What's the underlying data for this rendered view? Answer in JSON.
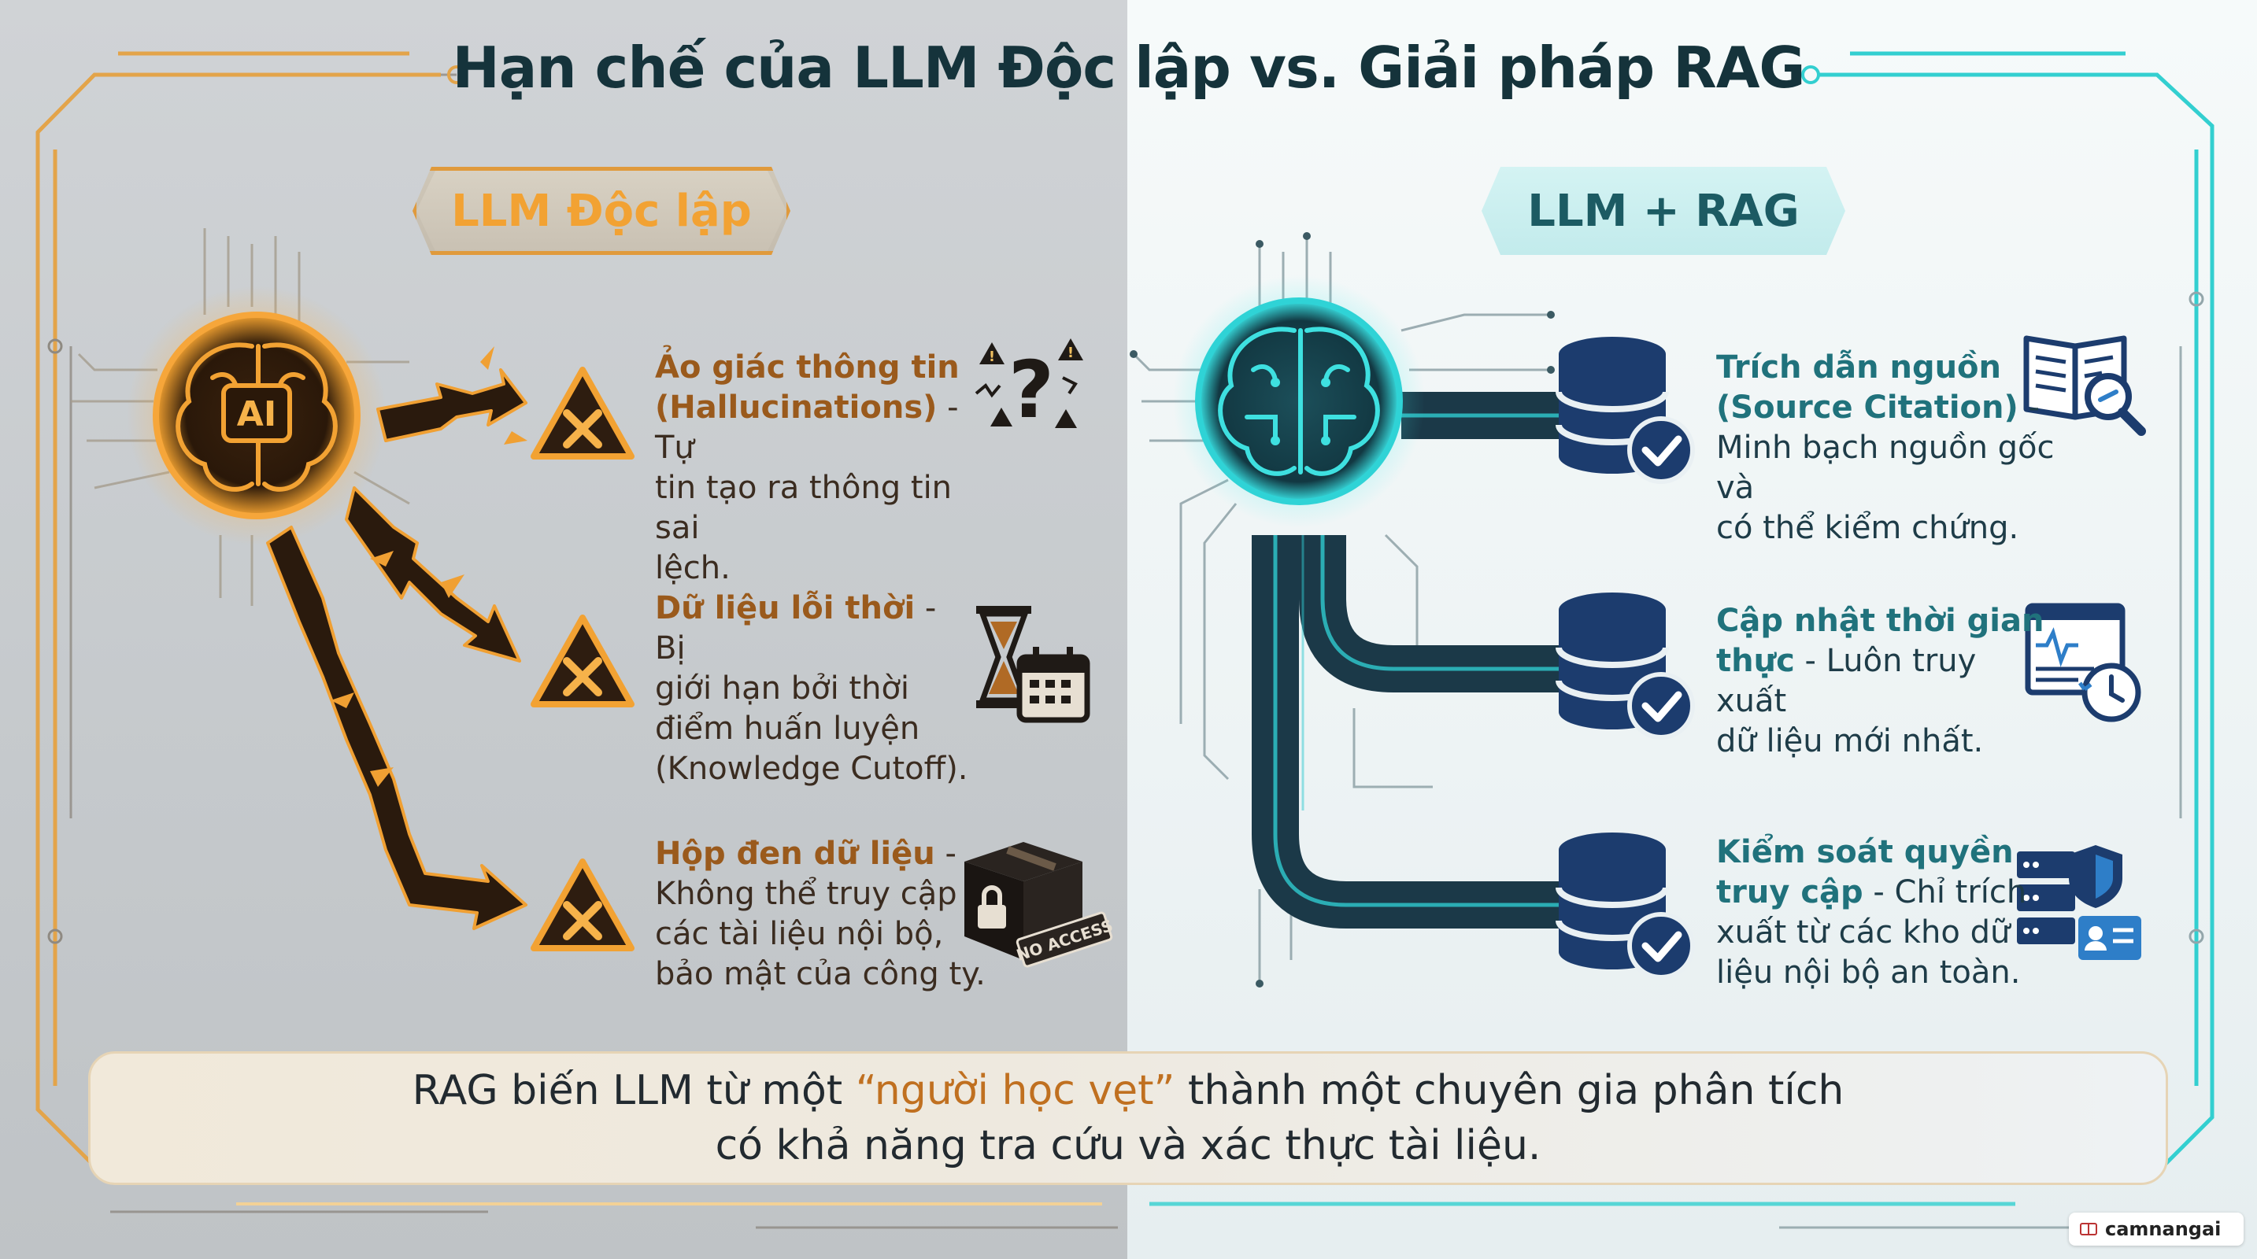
{
  "title": "Hạn chế của LLM Độc lập vs. Giải pháp RAG",
  "left": {
    "header": "LLM Độc lập",
    "brain_label": "AI",
    "items": [
      {
        "title_line1": "Ảo giác thông tin",
        "title_line2": "(Hallucinations)",
        "desc_inline": " - Tự",
        "desc_lines": [
          "tin tạo ra thông tin sai",
          "lệch."
        ],
        "icon": "question-warning-icon"
      },
      {
        "title_line1": "Dữ liệu lỗi thời",
        "desc_inline": " - Bị",
        "desc_lines": [
          "giới hạn bởi thời",
          "điểm huấn luyện",
          "(Knowledge Cutoff)."
        ],
        "icon": "hourglass-calendar-icon"
      },
      {
        "title_line1": "Hộp đen dữ liệu",
        "desc_inline": " -",
        "desc_lines": [
          "Không thể truy cập",
          "các tài liệu nội bộ,",
          "bảo mật của công ty."
        ],
        "icon": "locked-box-icon",
        "icon_text": "NO ACCESS"
      }
    ]
  },
  "right": {
    "header": "LLM + RAG",
    "items": [
      {
        "title_line1": "Trích dẫn nguồn",
        "title_line2": "(Source Citation)",
        "desc_inline": " -",
        "desc_lines": [
          "Minh bạch nguồn gốc và",
          "có thể kiểm chứng."
        ],
        "icon": "book-search-icon"
      },
      {
        "title_line1": "Cập nhật thời gian",
        "title_line2": "thực",
        "desc_inline": " - Luôn truy xuất",
        "desc_lines": [
          "dữ liệu mới nhất."
        ],
        "icon": "monitor-clock-icon"
      },
      {
        "title_line1": "Kiểm soát quyền",
        "title_line2": "truy cập",
        "desc_inline": " - Chỉ trích",
        "desc_lines": [
          "xuất từ các kho dữ",
          "liệu nội bộ an toàn."
        ],
        "icon": "server-shield-icon"
      }
    ]
  },
  "bottom": {
    "line1_pre": "RAG biến LLM từ một ",
    "line1_quote": "“người học vẹt”",
    "line1_post": " thành một chuyên gia phân tích",
    "line2": "có khả năng tra cứu và xác thực tài liệu."
  },
  "watermark": "camnangai",
  "colors": {
    "left_accent": "#f2a233",
    "left_title_text": "#9a5a1c",
    "right_accent": "#2fd3d6",
    "right_title_text": "#20727c",
    "database": "#1c3c6e",
    "title": "#15333b"
  }
}
